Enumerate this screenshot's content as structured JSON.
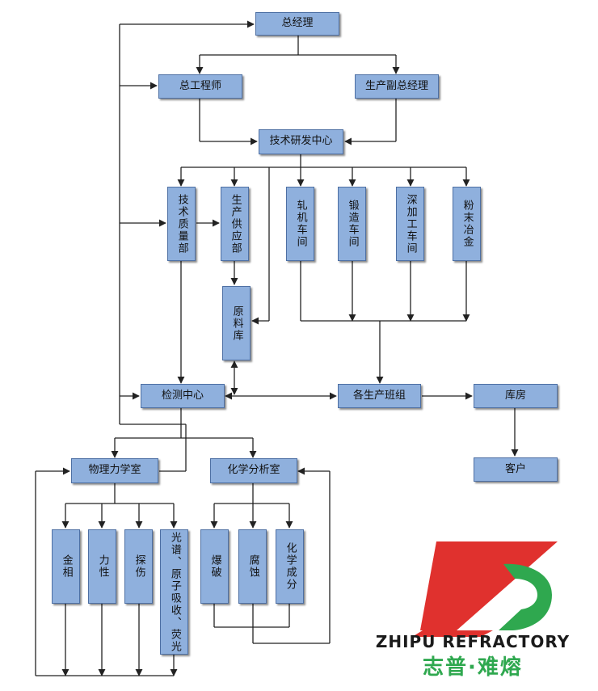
{
  "nodes": {
    "general_manager": "总经理",
    "chief_engineer": "总工程师",
    "production_vp": "生产副总经理",
    "rd_center": "技术研发中心",
    "quality_dept": "技术质量部",
    "supply_dept": "生产供应部",
    "raw_material": "原料库",
    "rolling_workshop": "轧机车间",
    "forging_workshop": "锻造车间",
    "deep_processing": "深加工车间",
    "powder_metallurgy": "粉末冶金",
    "testing_center": "检测中心",
    "production_teams": "各生产班组",
    "warehouse": "库房",
    "customer": "客户",
    "physics_lab": "物理力学室",
    "chemistry_lab": "化学分析室",
    "metallography": "金相",
    "mechanics": "力性",
    "flaw_detection": "探伤",
    "spectrum": "光谱、原子吸收、荧光",
    "blasting": "爆破",
    "corrosion": "腐蚀",
    "chemical_composition": "化学成分"
  },
  "logo": {
    "brand_en": "ZHIPU REFRACTORY",
    "brand_cn": "志普·难熔",
    "colors": {
      "red": "#e0312e",
      "green": "#2fa84f"
    }
  },
  "colors": {
    "box_fill": "#8fb0dd",
    "box_border": "#4d6fa3",
    "line": "#222222"
  }
}
